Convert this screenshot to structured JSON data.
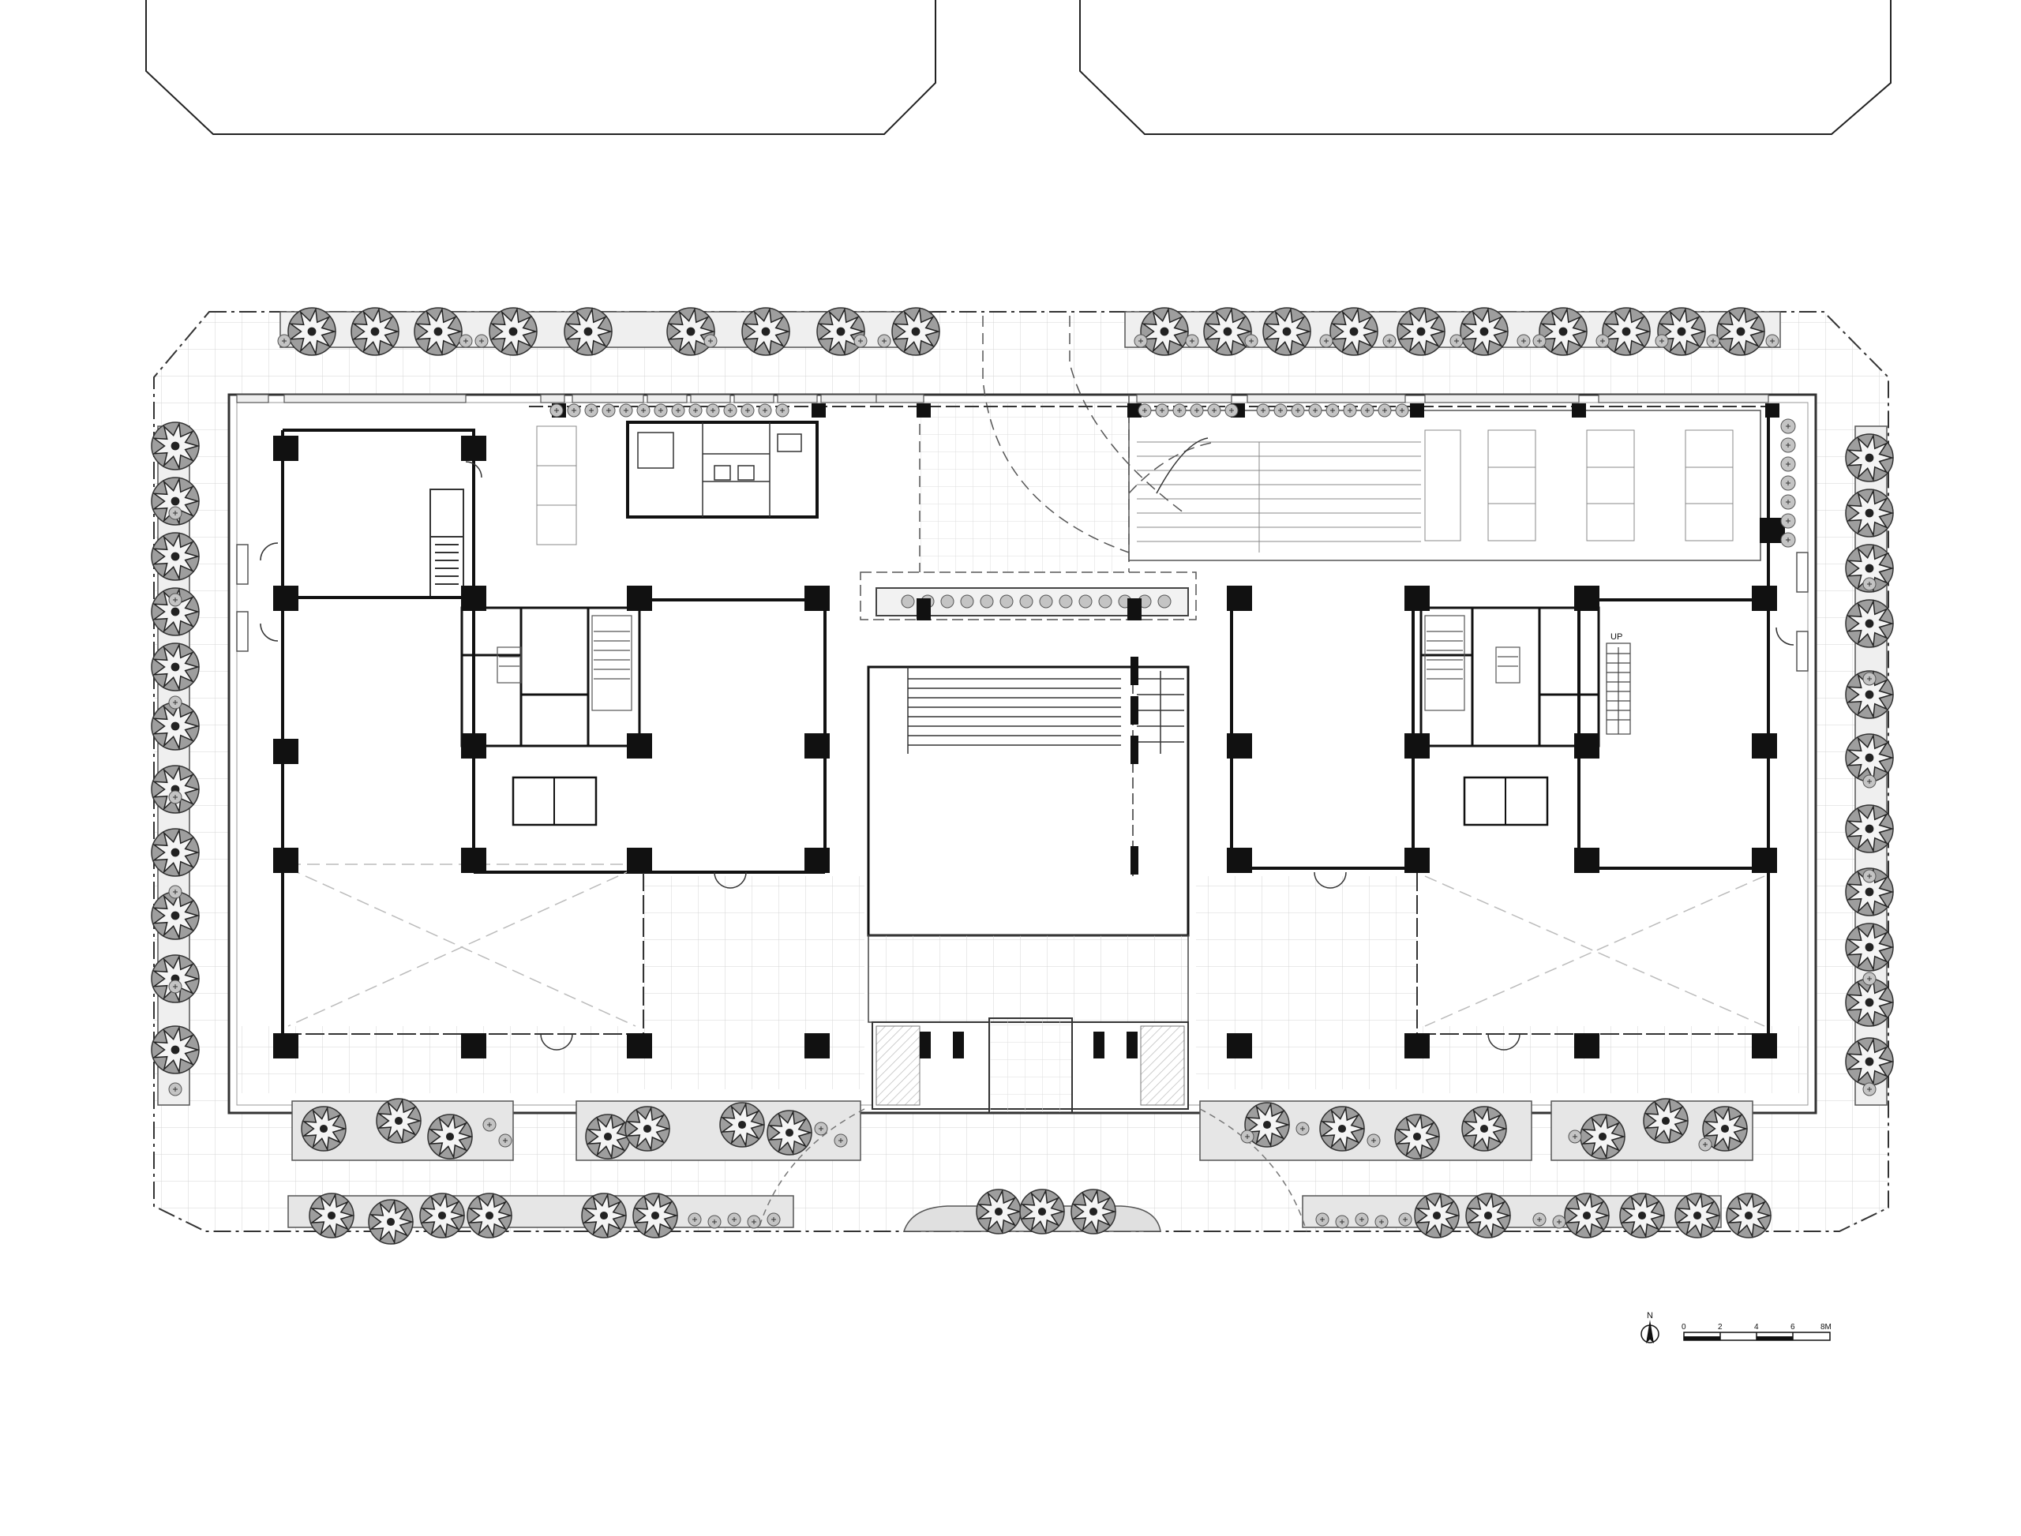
{
  "north_arrow": {
    "letter": "N",
    "icon": "north-arrow-icon"
  },
  "scale_bar": {
    "ticks": [
      "0",
      "2",
      "4",
      "6",
      "8M"
    ]
  },
  "annotations": {
    "stair_up": "UP"
  },
  "colors": {
    "line": "#111111",
    "grid": "#cfcfcf",
    "tree_fill": "#9e9e9e",
    "shrub_fill": "#c4c4c4",
    "background": "#ffffff"
  }
}
